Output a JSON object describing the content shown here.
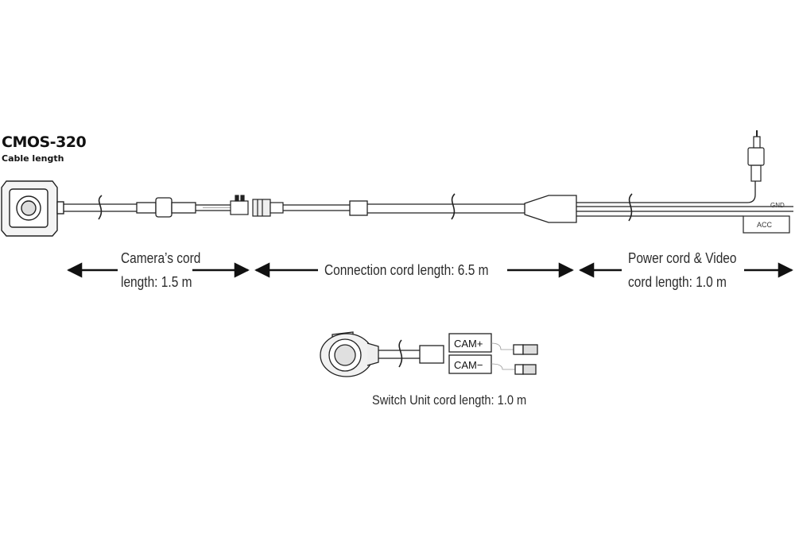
{
  "model": "CMOS-320",
  "subtitle": "Cable length",
  "labels": {
    "camera_cord_line1": "Camera’s cord",
    "camera_cord_line2": "length: 1.5 m",
    "connection_cord": "Connection cord length: 6.5 m",
    "power_cord_line1": "Power cord & Video",
    "power_cord_line2": "cord length: 1.0 m",
    "switch_unit_cord": "Switch Unit cord length: 1.0 m",
    "gnd": "GND",
    "acc": "ACC",
    "cam_plus": "CAM+",
    "cam_minus": "CAM−"
  },
  "colors": {
    "line": "#222222",
    "fill": "#ffffff",
    "camera_fill": "#f2f2f2"
  }
}
